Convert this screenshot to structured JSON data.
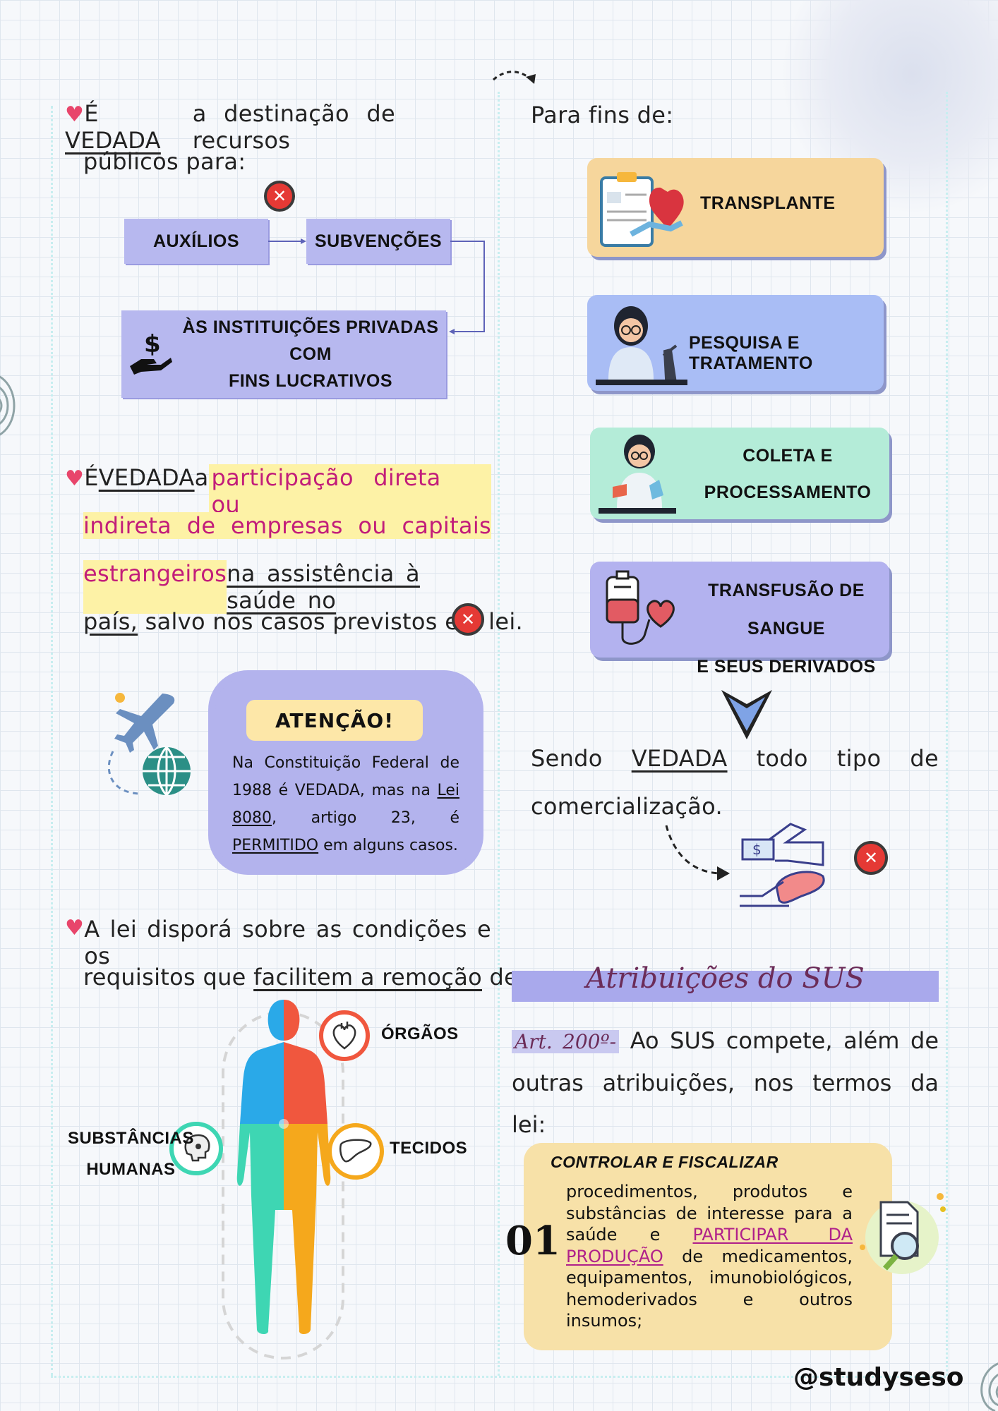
{
  "left": {
    "sec1": {
      "bullet": "♥",
      "e": "É",
      "vedada": "VEDADA",
      "rest": "a destinação de recursos",
      "line2": "públicos para:",
      "box_auxilios": "AUXÍLIOS",
      "box_subvencoes": "SUBVENÇÕES",
      "box_inst_line1": "ÀS INSTITUIÇÕES PRIVADAS COM",
      "box_inst_line2": "FINS LUCRATIVOS"
    },
    "sec2": {
      "bullet": "♥",
      "e": "É",
      "vedada": "VEDADA",
      "a": "a",
      "hl1": "participação direta ou",
      "hl2": "indireta de empresas ou capitais",
      "hl3": "estrangeiros",
      "u_text": "na assistência à saúde no",
      "u_pais": "país,",
      "tail": "salvo nos casos previstos em lei."
    },
    "atencao": {
      "title": "ATENÇÃO!",
      "t1": "Na Constituição Federal de",
      "t2a": "1988 é VEDADA, mas na ",
      "t2b": "Lei",
      "t3a": "8080",
      "t3b": ", artigo 23, é",
      "t4a": "PERMITIDO",
      "t4b": " em alguns casos."
    },
    "sec3": {
      "bullet": "♥",
      "line1": "A lei disporá sobre as condições e os",
      "line2a": "requisitos que ",
      "line2b": "facilitem a remoção",
      "line2c": " de:",
      "orgaos": "ÓRGÃOS",
      "tecidos": "TECIDOS",
      "subst1": "SUBSTÂNCIAS",
      "subst2": "HUMANAS"
    }
  },
  "right": {
    "para_fins": "Para fins de:",
    "cards": [
      {
        "label": "TRANSPLANTE",
        "color": "#f6d69c"
      },
      {
        "label": "PESQUISA E TRATAMENTO",
        "color": "#a9bdf5"
      },
      {
        "label1": "COLETA E",
        "label2": "PROCESSAMENTO",
        "color": "#b4ecd8"
      },
      {
        "label1": "TRANSFUSÃO DE SANGUE",
        "label2": "E SEUS DERIVADOS",
        "color": "#b3b2ef"
      }
    ],
    "sendo": {
      "w1": "Sendo",
      "w2": "VEDADA",
      "w3": "todo",
      "w4": "tipo",
      "w5": "de",
      "line2": "comercialização."
    },
    "atribuicoes": {
      "title": "Atribuições do SUS",
      "art": "Art. 200º-",
      "intro1": "Ao SUS compete, além de",
      "intro2": "outras atribuições, nos termos da",
      "intro3": "lei:",
      "item_num": "01",
      "item_title": "CONTROLAR E FISCALIZAR",
      "item_t1": "procedimentos, produtos e",
      "item_t2": "substâncias de interesse para a",
      "item_t3a": "saúde e ",
      "item_t3b": "PARTICIPAR DA",
      "item_t4a": "PRODUÇÃO",
      "item_t4b": " de medicamentos,",
      "item_t5": "equipamentos, imunobiológicos,",
      "item_t6": "hemoderivados e outros",
      "item_t7": "insumos;"
    }
  },
  "footer": {
    "handle": "@studyseso"
  },
  "colors": {
    "accent_pink": "#e8456b",
    "lavender": "#b7b8ef",
    "highlight": "#fdf2a6",
    "x_red": "#e53935"
  }
}
